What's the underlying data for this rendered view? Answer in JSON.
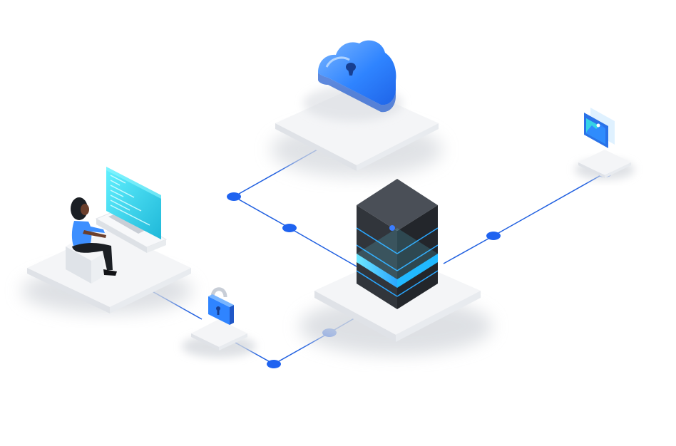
{
  "colors": {
    "background": "#ffffff",
    "connector_line": "#1f5fe0",
    "connector_node": "#1f63f0",
    "platform_top": "#f4f5f7",
    "platform_left": "#dfe2e7",
    "platform_right": "#e8ebef",
    "server_dark": "#2f3338",
    "server_accent": "#2aa7ff",
    "cloud_blue": "#2f84ff",
    "monitor_teal": "#35d3e6",
    "person_shirt": "#3d8fff",
    "person_pants": "#1b1f24"
  },
  "icons": {
    "cloud": "cloud-lock-icon",
    "server": "server-rack-icon",
    "workstation": "computer-user-icon",
    "padlock": "padlock-icon",
    "image_panel": "image-preview-icon"
  },
  "nodes": {
    "cloud": "cloud",
    "server": "server",
    "workstation": "workstation",
    "lock": "lock",
    "image": "image"
  }
}
